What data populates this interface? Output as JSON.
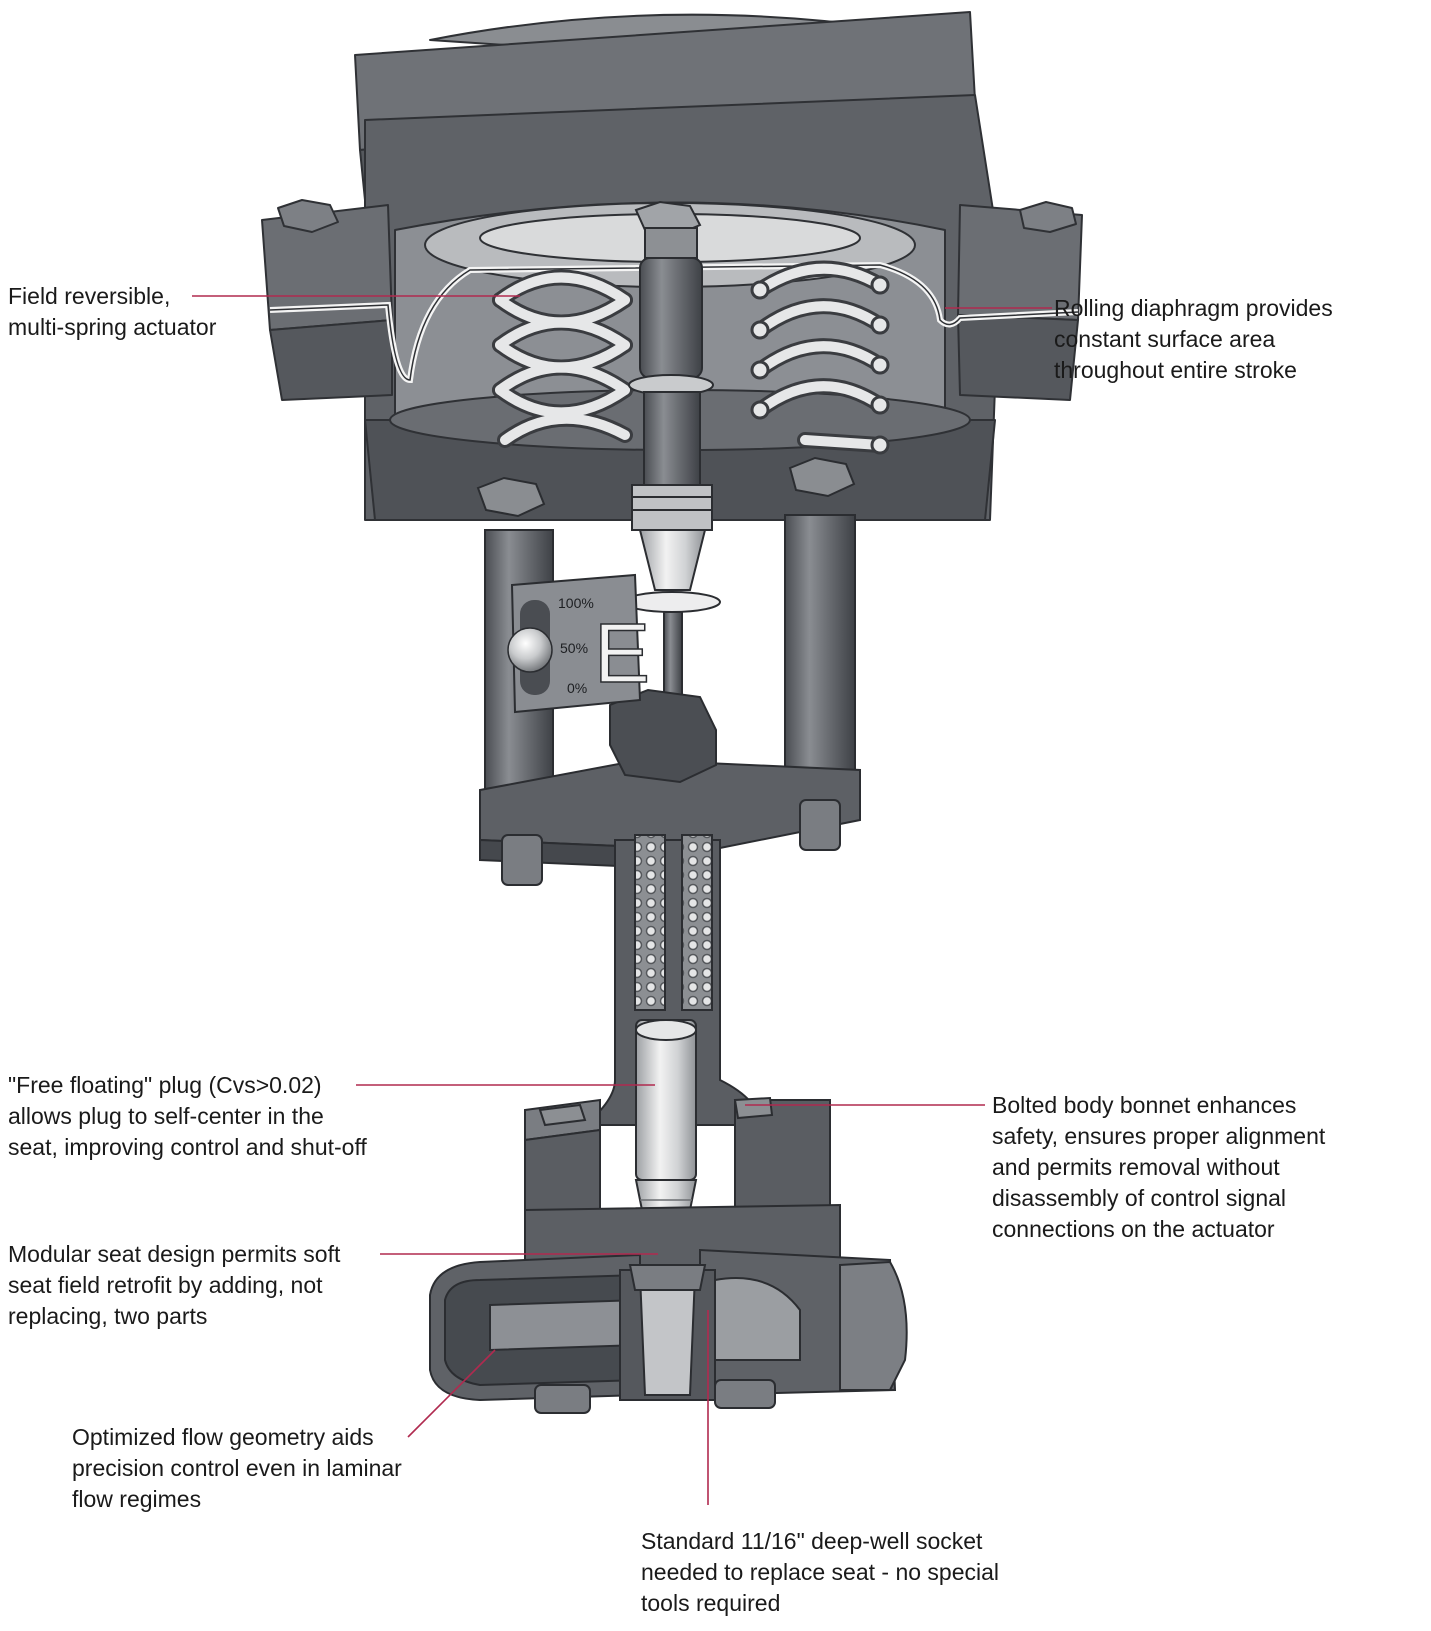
{
  "gauge": {
    "marks": [
      "100%",
      "50%",
      "0%"
    ],
    "letter": "E"
  },
  "callouts": {
    "actuator": [
      "Field reversible,",
      "multi-spring actuator"
    ],
    "diaphragm": [
      "Rolling diaphragm provides",
      "constant surface area",
      "throughout entire stroke"
    ],
    "plug": [
      "\"Free floating\" plug (Cvs>0.02)",
      "allows plug to self-center in the",
      "seat, improving control and shut-off"
    ],
    "bonnet": [
      "Bolted body bonnet enhances",
      "safety, ensures proper alignment",
      "and permits removal without",
      "disassembly of control signal",
      "connections on the actuator"
    ],
    "seat": [
      "Modular seat design permits soft",
      "seat field retrofit by adding, not",
      "replacing, two parts"
    ],
    "flow": [
      "Optimized flow geometry aids",
      "precision control even in laminar",
      "flow regimes"
    ],
    "socket": [
      "Standard 11/16\" deep-well socket",
      "needed to replace seat - no special",
      "tools required"
    ]
  },
  "colors": {
    "leader": "#b02a4f",
    "metal_dark": "#5a5d62",
    "metal_mid": "#7b7e83",
    "metal_light": "#a8abae",
    "text": "#1a1a1a"
  }
}
